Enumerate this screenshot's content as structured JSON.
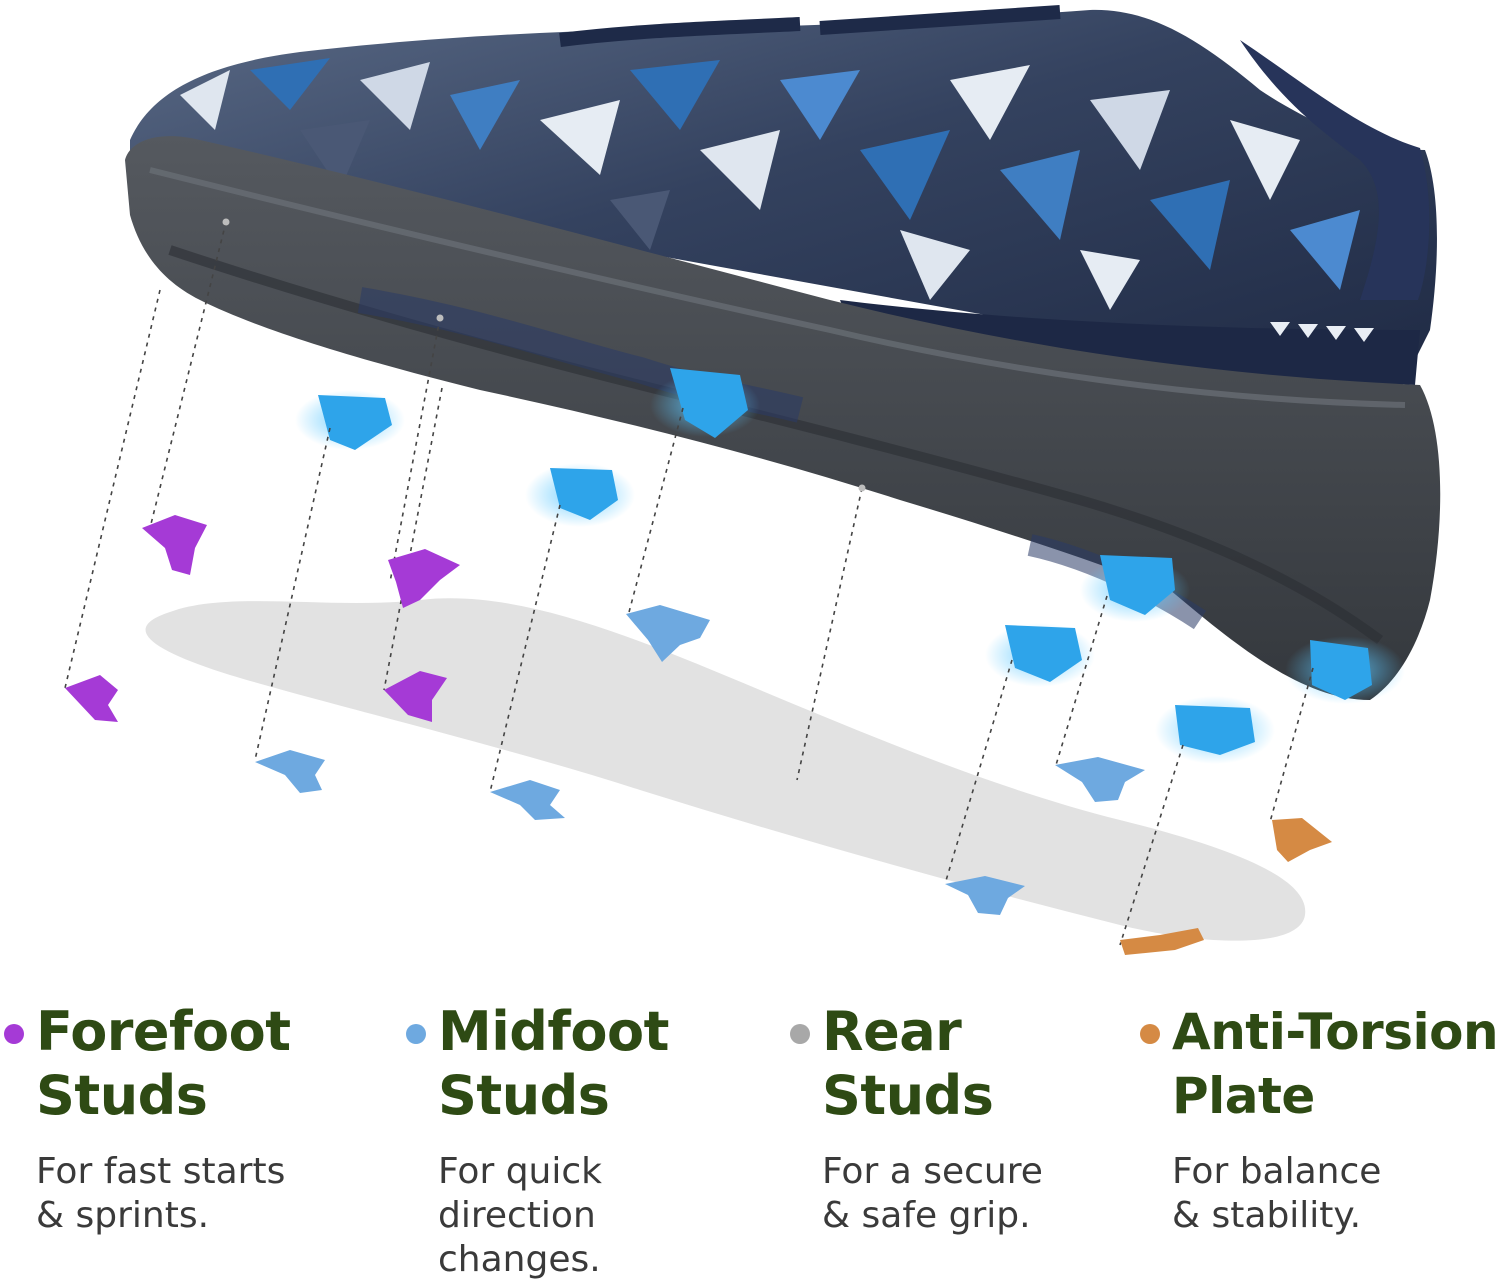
{
  "colors": {
    "forefoot": "#a53ad6",
    "midfoot": "#6ea9e0",
    "rear": "#a8a8a8",
    "plate": "#d58a44",
    "title": "#2e4a14",
    "description": "#3a3a3a",
    "upper_dark": "#2a3550",
    "upper_blue": "#2f6fb4",
    "sole": "#3f4348",
    "stud_glow": "#2ea4ea",
    "footprint": "#e2e2e2"
  },
  "legend": [
    {
      "key": "forefoot",
      "title_lines": [
        "Forefoot",
        "Studs"
      ],
      "desc_lines": [
        "For fast starts",
        "& sprints."
      ]
    },
    {
      "key": "midfoot",
      "title_lines": [
        "Midfoot",
        "Studs"
      ],
      "desc_lines": [
        "For quick",
        "direction",
        "changes."
      ]
    },
    {
      "key": "rear",
      "title_lines": [
        "Rear",
        "Studs"
      ],
      "desc_lines": [
        "For a secure",
        "& safe grip."
      ]
    },
    {
      "key": "plate",
      "title_lines": [
        "Anti-Torsion",
        "Plate"
      ],
      "desc_lines": [
        "For balance",
        "& stability."
      ]
    }
  ]
}
